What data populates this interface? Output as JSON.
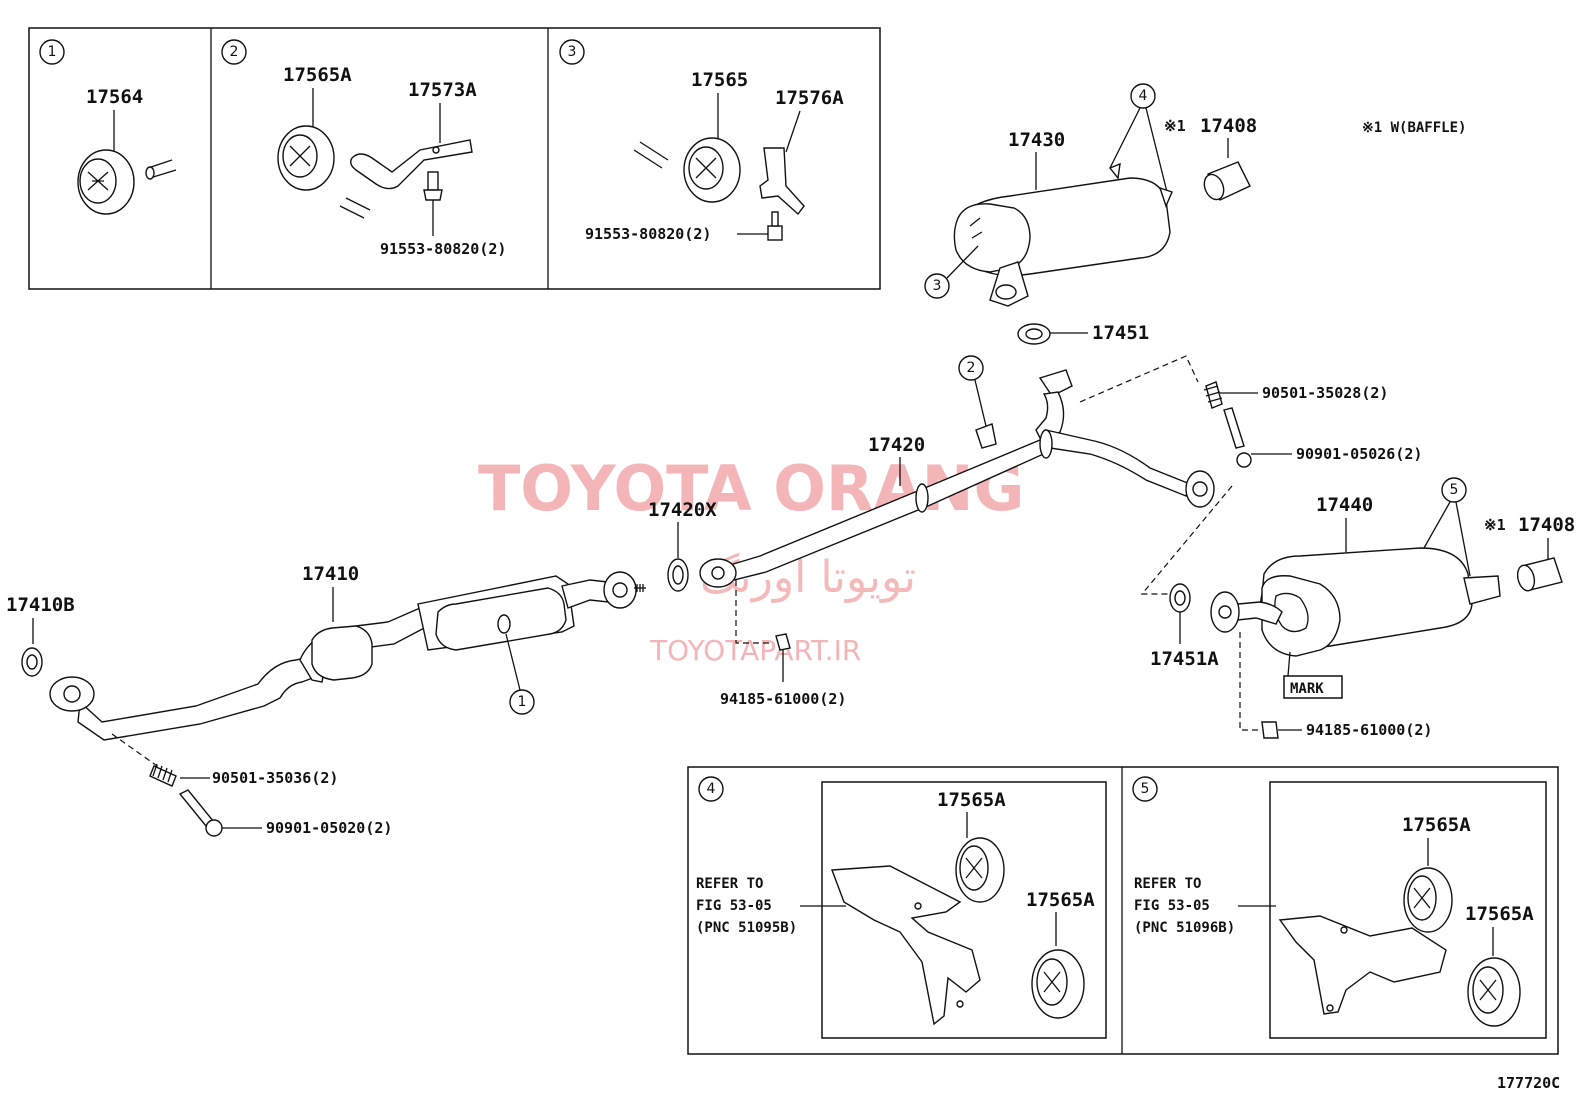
{
  "diagram_id": "177720C",
  "legend_note": "※1  W(BAFFLE)",
  "watermark": {
    "brand": "TOYOTA ORANG",
    "arabic": "تویوتا اورنگ",
    "site": "TOYOTAPART.IR"
  },
  "insets": {
    "i1": {
      "number": "1",
      "parts": [
        "17564"
      ]
    },
    "i2": {
      "number": "2",
      "parts": [
        "17565A",
        "17573A"
      ],
      "bolt": "91553-80820(2)"
    },
    "i3": {
      "number": "3",
      "parts": [
        "17565",
        "17576A"
      ],
      "bolt": "91553-80820(2)"
    },
    "i4": {
      "number": "4",
      "refer": [
        "REFER TO",
        "FIG 53-05",
        "(PNC 51095B)"
      ],
      "parts": [
        "17565A",
        "17565A"
      ]
    },
    "i5": {
      "number": "5",
      "refer": [
        "REFER TO",
        "FIG 53-05",
        "(PNC 51096B)"
      ],
      "parts": [
        "17565A",
        "17565A"
      ]
    }
  },
  "main": {
    "p17430": "17430",
    "p17408a": "17408",
    "p17408b": "17408",
    "mark1a": "※1",
    "mark1b": "※1",
    "p17451": "17451",
    "p17420": "17420",
    "p17420x": "17420X",
    "p17410": "17410",
    "p17410b": "17410B",
    "p17440": "17440",
    "p17451a": "17451A",
    "mark": "MARK",
    "b1": "90501-35028(2)",
    "b2": "90901-05026(2)",
    "b3": "94185-61000(2)",
    "b4": "94185-61000(2)",
    "b5": "90501-35036(2)",
    "b6": "90901-05020(2)",
    "c4": "4",
    "c3": "3",
    "c2": "2",
    "c5": "5",
    "c1": "1"
  }
}
